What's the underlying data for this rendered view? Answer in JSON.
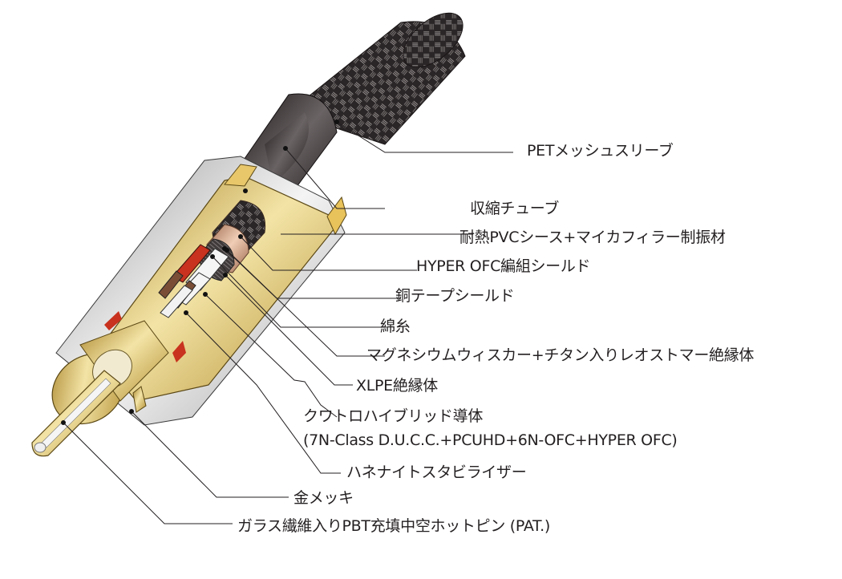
{
  "diagram": {
    "subject": "RCA plug cutaway with cable construction",
    "labels": [
      {
        "id": "pet-mesh-sleeve",
        "text": "PETメッシュスリーブ"
      },
      {
        "id": "shrink-tube",
        "text": "収縮チューブ"
      },
      {
        "id": "pvc-sheath",
        "text": "耐熱PVCシース+マイカフィラー制振材"
      },
      {
        "id": "hyper-ofc-braid",
        "text": "HYPER OFC編組シールド"
      },
      {
        "id": "copper-tape-shield",
        "text": "銅テープシールド"
      },
      {
        "id": "cotton-thread",
        "text": "綿糸"
      },
      {
        "id": "elastomer-insulator",
        "text": "マグネシウムウィスカー+チタン入りレオストマー絶縁体"
      },
      {
        "id": "xlpe-insulator",
        "text": "XLPE絶縁体"
      },
      {
        "id": "quattro-hybrid-conductor",
        "text": "クワトロハイブリッド導体",
        "subtext": "(7N-Class D.U.C.C.+PCUHD+6N-OFC+HYPER OFC)"
      },
      {
        "id": "hanenite-stabilizer",
        "text": "ハネナイトスタビライザー"
      },
      {
        "id": "gold-plating",
        "text": "金メッキ"
      },
      {
        "id": "hot-pin",
        "text": "ガラス繊維入りPBT充填中空ホットピン (PAT.)"
      }
    ],
    "colors": {
      "gold": "#c9a53c",
      "gold_light": "#eddb97",
      "silver": "#d9d9d9",
      "cable_black": "#2b2627",
      "copper": "#c98e6c",
      "red_insulator": "#c8321e",
      "leader_line": "#231f20"
    }
  }
}
